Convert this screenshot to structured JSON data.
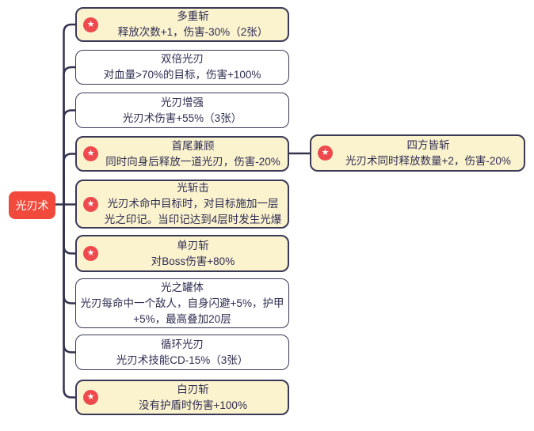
{
  "root": {
    "label": "光刃术"
  },
  "icons": {
    "star": "★"
  },
  "palette": {
    "root_bg": "#f14a3c",
    "star_badge_bg": "#ee4a4d",
    "highlight_node_bg": "#fbf2ce",
    "normal_node_bg": "#ffffff",
    "node_border": "#3a3a58",
    "connector_line": "#33334f",
    "text": "#2e2e52"
  },
  "nodes": [
    {
      "title": "多重斩",
      "desc": "释放次数+1，伤害-30%（2张）",
      "starred": true,
      "highlighted": true
    },
    {
      "title": "双倍光刃",
      "desc": "对血量>70%的目标，伤害+100%",
      "starred": false,
      "highlighted": false
    },
    {
      "title": "光刃增强",
      "desc": "光刃术伤害+55%（3张）",
      "starred": false,
      "highlighted": false
    },
    {
      "title": "首尾兼顾",
      "desc": "同时向身后释放一道光刃，伤害-20%",
      "starred": true,
      "highlighted": true
    },
    {
      "title": "光斩击",
      "desc": "光刃术命中目标时，对目标施加一层光之印记。当印记达到4层时发生光爆",
      "starred": true,
      "highlighted": true
    },
    {
      "title": "单刃斩",
      "desc": "对Boss伤害+80%",
      "starred": true,
      "highlighted": true
    },
    {
      "title": "光之罐体",
      "desc": "光刃每命中一个敌人，自身闪避+5%，护甲+5%，最高叠加20层",
      "starred": false,
      "highlighted": false
    },
    {
      "title": "循环光刃",
      "desc": "光刃术技能CD-15%（3张）",
      "starred": false,
      "highlighted": false
    },
    {
      "title": "白刃斩",
      "desc": "没有护盾时伤害+100%",
      "starred": true,
      "highlighted": true
    },
    {
      "title": "四方皆斩",
      "desc": "光刃术同时释放数量+2，伤害-20%",
      "starred": true,
      "highlighted": true
    }
  ]
}
